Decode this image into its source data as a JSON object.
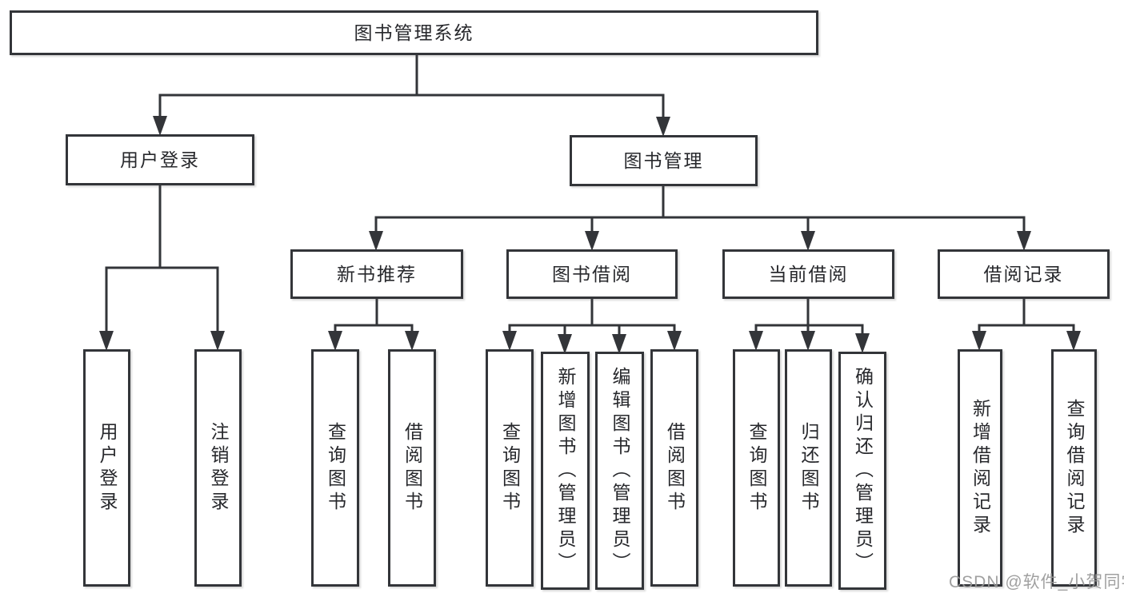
{
  "diagram": {
    "root": "图书管理系统",
    "login_branch": {
      "label": "用户登录",
      "leaves": [
        "用户登录",
        "注销登录"
      ]
    },
    "mgmt_branch": {
      "label": "图书管理",
      "groups": [
        {
          "label": "新书推荐",
          "leaves": [
            "查询图书",
            "借阅图书"
          ]
        },
        {
          "label": "图书借阅",
          "leaves": [
            "查询图书",
            "新增图书（管理员）",
            "编辑图书（管理员）",
            "借阅图书"
          ]
        },
        {
          "label": "当前借阅",
          "leaves": [
            "查询图书",
            "归还图书",
            "确认归还（管理员）"
          ]
        },
        {
          "label": "借阅记录",
          "leaves": [
            "新增借阅记录",
            "查询借阅记录"
          ]
        }
      ]
    }
  },
  "watermark": "CSDN @软件_小贺同学",
  "colors": {
    "line": "#333539",
    "box_fill": "#ffffff",
    "text": "#27282c",
    "watermark": "#989898",
    "background": "#ffffff"
  }
}
